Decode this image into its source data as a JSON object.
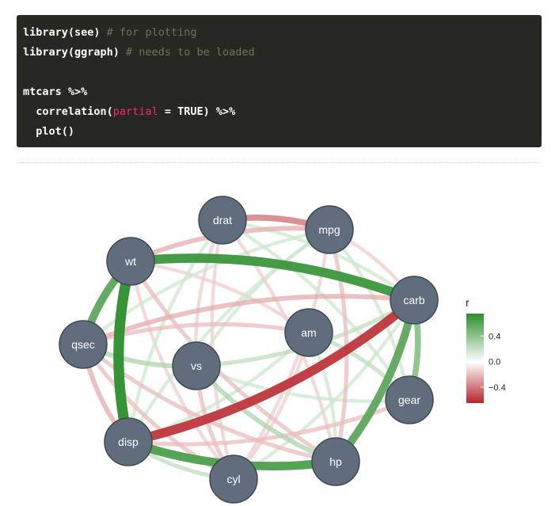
{
  "code": {
    "lines": [
      [
        {
          "t": "library(see)",
          "c": "fn"
        },
        {
          "t": " # for plotting",
          "c": "cm"
        }
      ],
      [
        {
          "t": "library(ggraph)",
          "c": "fn"
        },
        {
          "t": " # needs to be loaded",
          "c": "cm"
        }
      ],
      [],
      [
        {
          "t": "mtcars %>%",
          "c": "fn"
        }
      ],
      [
        {
          "t": "  correlation(",
          "c": "fn"
        },
        {
          "t": "partial",
          "c": "ar"
        },
        {
          "t": " = TRUE) %>%",
          "c": "fn"
        }
      ],
      [
        {
          "t": "  plot()",
          "c": "fn"
        }
      ]
    ]
  },
  "graph": {
    "nodes": [
      {
        "id": "drat",
        "label": "drat"
      },
      {
        "id": "mpg",
        "label": "mpg"
      },
      {
        "id": "wt",
        "label": "wt"
      },
      {
        "id": "carb",
        "label": "carb"
      },
      {
        "id": "qsec",
        "label": "qsec"
      },
      {
        "id": "am",
        "label": "am"
      },
      {
        "id": "vs",
        "label": "vs"
      },
      {
        "id": "gear",
        "label": "gear"
      },
      {
        "id": "disp",
        "label": "disp"
      },
      {
        "id": "hp",
        "label": "hp"
      },
      {
        "id": "cyl",
        "label": "cyl"
      }
    ],
    "edges": [
      {
        "from": "disp",
        "to": "carb",
        "r": -0.6
      },
      {
        "from": "wt",
        "to": "carb",
        "r": 0.6
      },
      {
        "from": "wt",
        "to": "disp",
        "r": 0.7
      },
      {
        "from": "wt",
        "to": "qsec",
        "r": 0.5
      },
      {
        "from": "disp",
        "to": "hp",
        "r": 0.55
      },
      {
        "from": "hp",
        "to": "carb",
        "r": 0.5
      },
      {
        "from": "carb",
        "to": "gear",
        "r": 0.35
      },
      {
        "from": "drat",
        "to": "mpg",
        "r": -0.35
      },
      {
        "from": "disp",
        "to": "cyl",
        "r": 0.2
      },
      {
        "from": "qsec",
        "to": "disp",
        "r": -0.25
      },
      {
        "from": "qsec",
        "to": "carb",
        "r": -0.25
      },
      {
        "from": "qsec",
        "to": "am",
        "r": -0.2
      },
      {
        "from": "vs",
        "to": "carb",
        "r": 0.2
      },
      {
        "from": "vs",
        "to": "hp",
        "r": 0.25
      },
      {
        "from": "am",
        "to": "gear",
        "r": 0.2
      },
      {
        "from": "am",
        "to": "cyl",
        "r": -0.15
      },
      {
        "from": "vs",
        "to": "cyl",
        "r": -0.2
      },
      {
        "from": "mpg",
        "to": "cyl",
        "r": -0.15
      },
      {
        "from": "mpg",
        "to": "hp",
        "r": -0.2
      },
      {
        "from": "drat",
        "to": "cyl",
        "r": -0.15
      },
      {
        "from": "drat",
        "to": "gear",
        "r": 0.15
      },
      {
        "from": "wt",
        "to": "mpg",
        "r": -0.25
      },
      {
        "from": "wt",
        "to": "am",
        "r": -0.15
      },
      {
        "from": "wt",
        "to": "cyl",
        "r": -0.15
      },
      {
        "from": "wt",
        "to": "hp",
        "r": -0.2
      },
      {
        "from": "qsec",
        "to": "mpg",
        "r": 0.15
      },
      {
        "from": "qsec",
        "to": "hp",
        "r": -0.2
      },
      {
        "from": "qsec",
        "to": "vs",
        "r": 0.25
      },
      {
        "from": "qsec",
        "to": "cyl",
        "r": -0.2
      },
      {
        "from": "disp",
        "to": "am",
        "r": 0.15
      },
      {
        "from": "disp",
        "to": "gear",
        "r": -0.2
      },
      {
        "from": "disp",
        "to": "drat",
        "r": 0.15
      },
      {
        "from": "disp",
        "to": "mpg",
        "r": 0.15
      },
      {
        "from": "mpg",
        "to": "vs",
        "r": 0.15
      },
      {
        "from": "mpg",
        "to": "gear",
        "r": 0.15
      },
      {
        "from": "drat",
        "to": "hp",
        "r": -0.15
      },
      {
        "from": "drat",
        "to": "carb",
        "r": 0.15
      },
      {
        "from": "carb",
        "to": "cyl",
        "r": 0.15
      },
      {
        "from": "am",
        "to": "hp",
        "r": 0.15
      },
      {
        "from": "vs",
        "to": "gear",
        "r": 0.15
      },
      {
        "from": "mpg",
        "to": "carb",
        "r": -0.15
      },
      {
        "from": "drat",
        "to": "vs",
        "r": -0.15
      }
    ]
  },
  "legend": {
    "title": "r",
    "ticks": [
      {
        "label": "0.4",
        "value": 0.4
      },
      {
        "label": "0.0",
        "value": 0.0
      },
      {
        "label": "−0.4",
        "value": -0.4
      }
    ],
    "range": [
      -0.65,
      0.75
    ]
  },
  "colors": {
    "positive": "#2c8d2c",
    "negative": "#b8252c",
    "neutral": "#ffffff",
    "node_fill": "#5f6d7c",
    "node_stroke": "#3f4955"
  }
}
